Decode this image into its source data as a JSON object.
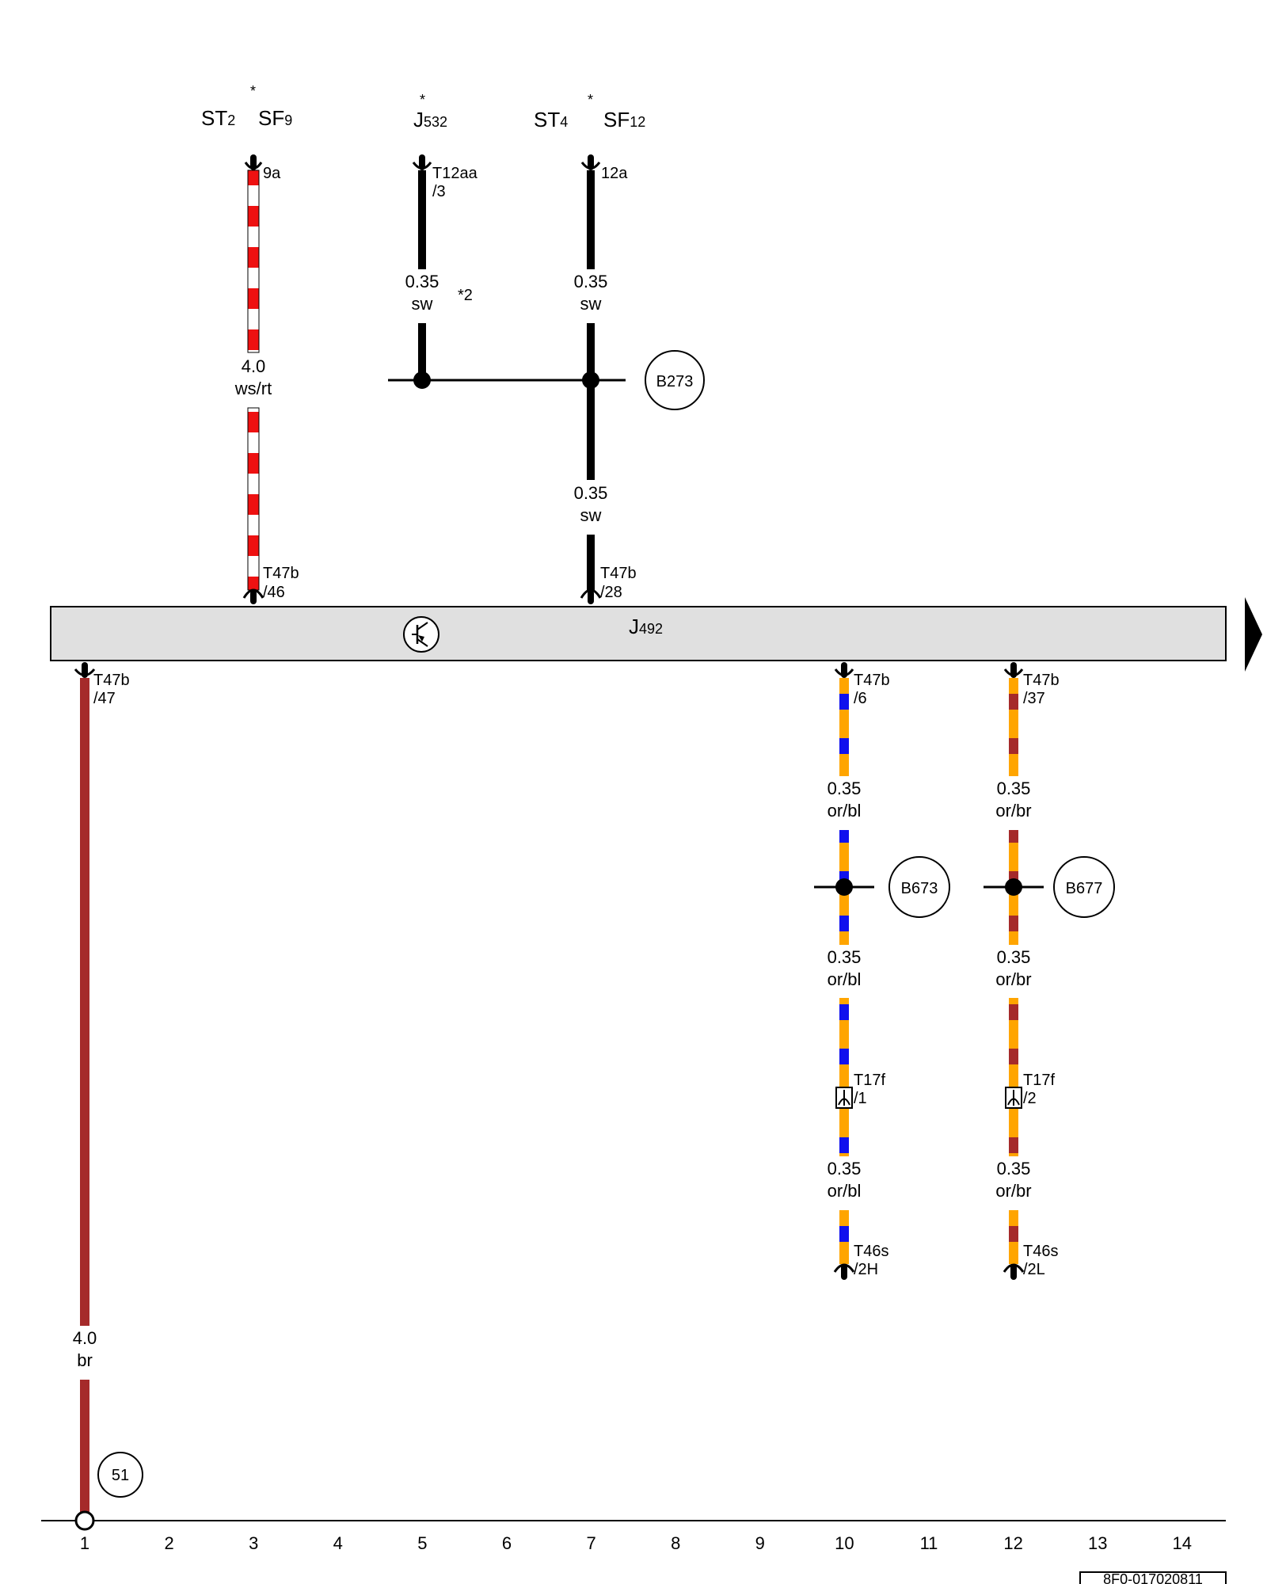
{
  "top_components": {
    "st2": "ST",
    "st2_sub": "2",
    "sf9": "SF",
    "sf9_sub": "9",
    "star_a": "*",
    "j532": "J",
    "j532_sub": "532",
    "star_b": "*",
    "st4": "ST",
    "st4_sub": "4",
    "sf12": "SF",
    "sf12_sub": "12",
    "star_c": "*"
  },
  "connectors": {
    "c_9a": "9a",
    "c_t12aa": "T12aa",
    "c_t12aa_pin": "/3",
    "c_12a": "12a",
    "c_t47b_46": "T47b",
    "c_t47b_46_pin": "/46",
    "c_t47b_28": "T47b",
    "c_t47b_28_pin": "/28",
    "c_t47b_47": "T47b",
    "c_t47b_47_pin": "/47",
    "c_t47b_6": "T47b",
    "c_t47b_6_pin": "/6",
    "c_t47b_37": "T47b",
    "c_t47b_37_pin": "/37",
    "c_t17f_1": "T17f",
    "c_t17f_1_pin": "/1",
    "c_t17f_2": "T17f",
    "c_t17f_2_pin": "/2",
    "c_t46s_2h": "T46s",
    "c_t46s_2h_pin": "/2H",
    "c_t46s_2l": "T46s",
    "c_t46s_2l_pin": "/2L"
  },
  "wires": {
    "w_col3_size": "4.0",
    "w_col3_color": "ws/rt",
    "w_col5_size": "0.35",
    "w_col5_color": "sw",
    "w_col5_note": "*2",
    "w_col7a_size": "0.35",
    "w_col7a_color": "sw",
    "w_col7b_size": "0.35",
    "w_col7b_color": "sw",
    "w_col1_size": "4.0",
    "w_col1_color": "br",
    "w_col10a_size": "0.35",
    "w_col10a_color": "or/bl",
    "w_col10b_size": "0.35",
    "w_col10b_color": "or/bl",
    "w_col10c_size": "0.35",
    "w_col10c_color": "or/bl",
    "w_col12a_size": "0.35",
    "w_col12a_color": "or/br",
    "w_col12b_size": "0.35",
    "w_col12b_color": "or/br",
    "w_col12c_size": "0.35",
    "w_col12c_color": "or/br"
  },
  "splices": {
    "b273": "B273",
    "b673": "B673",
    "b677": "B677",
    "ground_51": "51"
  },
  "control_unit": {
    "name": "J",
    "sub": "492"
  },
  "grid_numbers": [
    "1",
    "2",
    "3",
    "4",
    "5",
    "6",
    "7",
    "8",
    "9",
    "10",
    "11",
    "12",
    "13",
    "14"
  ],
  "diagram_id": "8F0-017020811",
  "colors": {
    "red": "#ee1111",
    "white": "#ffffff",
    "black": "#000000",
    "brown": "#a52a2a",
    "orange": "#ffa500",
    "blue": "#1010ee",
    "unit_fill": "#e0e0e0"
  }
}
